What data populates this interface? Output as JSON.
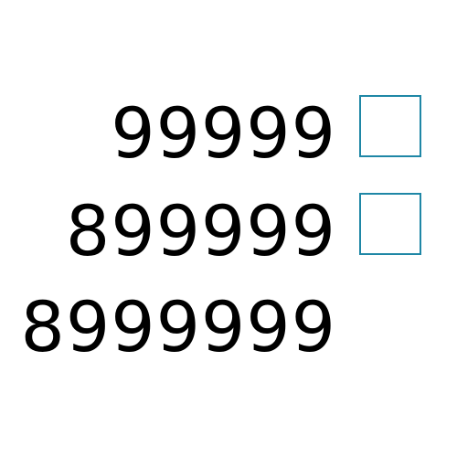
{
  "rows": [
    {
      "number": "99999",
      "has_box": true
    },
    {
      "number": "899999",
      "has_box": true
    },
    {
      "number": "8999999",
      "has_box": false
    }
  ],
  "colors": {
    "text": "#000000",
    "box_border": "#1f87a6",
    "background": "#ffffff"
  }
}
